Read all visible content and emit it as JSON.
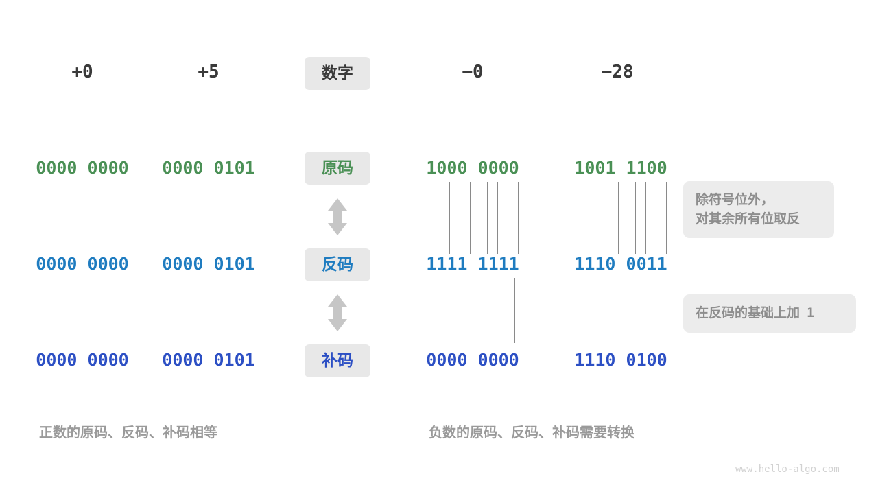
{
  "diagram": {
    "title_watermark": "www.hello-algo.com",
    "colors": {
      "yuan_green": "#4a9055",
      "fan_blue": "#1f7cc0",
      "bu_indigo": "#2c4fc4",
      "chip_bg": "#e8e8e8",
      "note_bg": "#ececec",
      "note_text": "#8d8d8d",
      "caption_text": "#9a9a9a",
      "header_text": "#3a3a3a",
      "connector_line": "#8a8a8a"
    },
    "row_labels": [
      {
        "key": "number",
        "label": "数字"
      },
      {
        "key": "yuan",
        "label": "原码"
      },
      {
        "key": "fan",
        "label": "反码"
      },
      {
        "key": "bu",
        "label": "补码"
      }
    ],
    "columns": [
      {
        "key": "pos_zero",
        "header": "+0"
      },
      {
        "key": "pos_five",
        "header": "+5"
      },
      {
        "key": "neg_zero",
        "header": "−0"
      },
      {
        "key": "neg_28",
        "header": "−28"
      }
    ],
    "values": {
      "pos_zero": {
        "yuan": "0000 0000",
        "fan": "0000 0000",
        "bu": "0000 0000"
      },
      "pos_five": {
        "yuan": "0000 0101",
        "fan": "0000 0101",
        "bu": "0000 0101"
      },
      "neg_zero": {
        "yuan": "1000 0000",
        "fan": "1111 1111",
        "bu": "0000 0000"
      },
      "neg_28": {
        "yuan": "1001 1100",
        "fan": "1110 0011",
        "bu": "1110 0100"
      }
    },
    "notes": [
      {
        "key": "invert",
        "text": "除符号位外，\n对其余所有位取反"
      },
      {
        "key": "add_one_prefix",
        "text": "在反码的基础上加",
        "mono_suffix": "1"
      }
    ],
    "captions": [
      {
        "key": "positive",
        "text": "正数的原码、反码、补码相等"
      },
      {
        "key": "negative",
        "text": "负数的原码、反码、补码需要转换"
      }
    ]
  }
}
